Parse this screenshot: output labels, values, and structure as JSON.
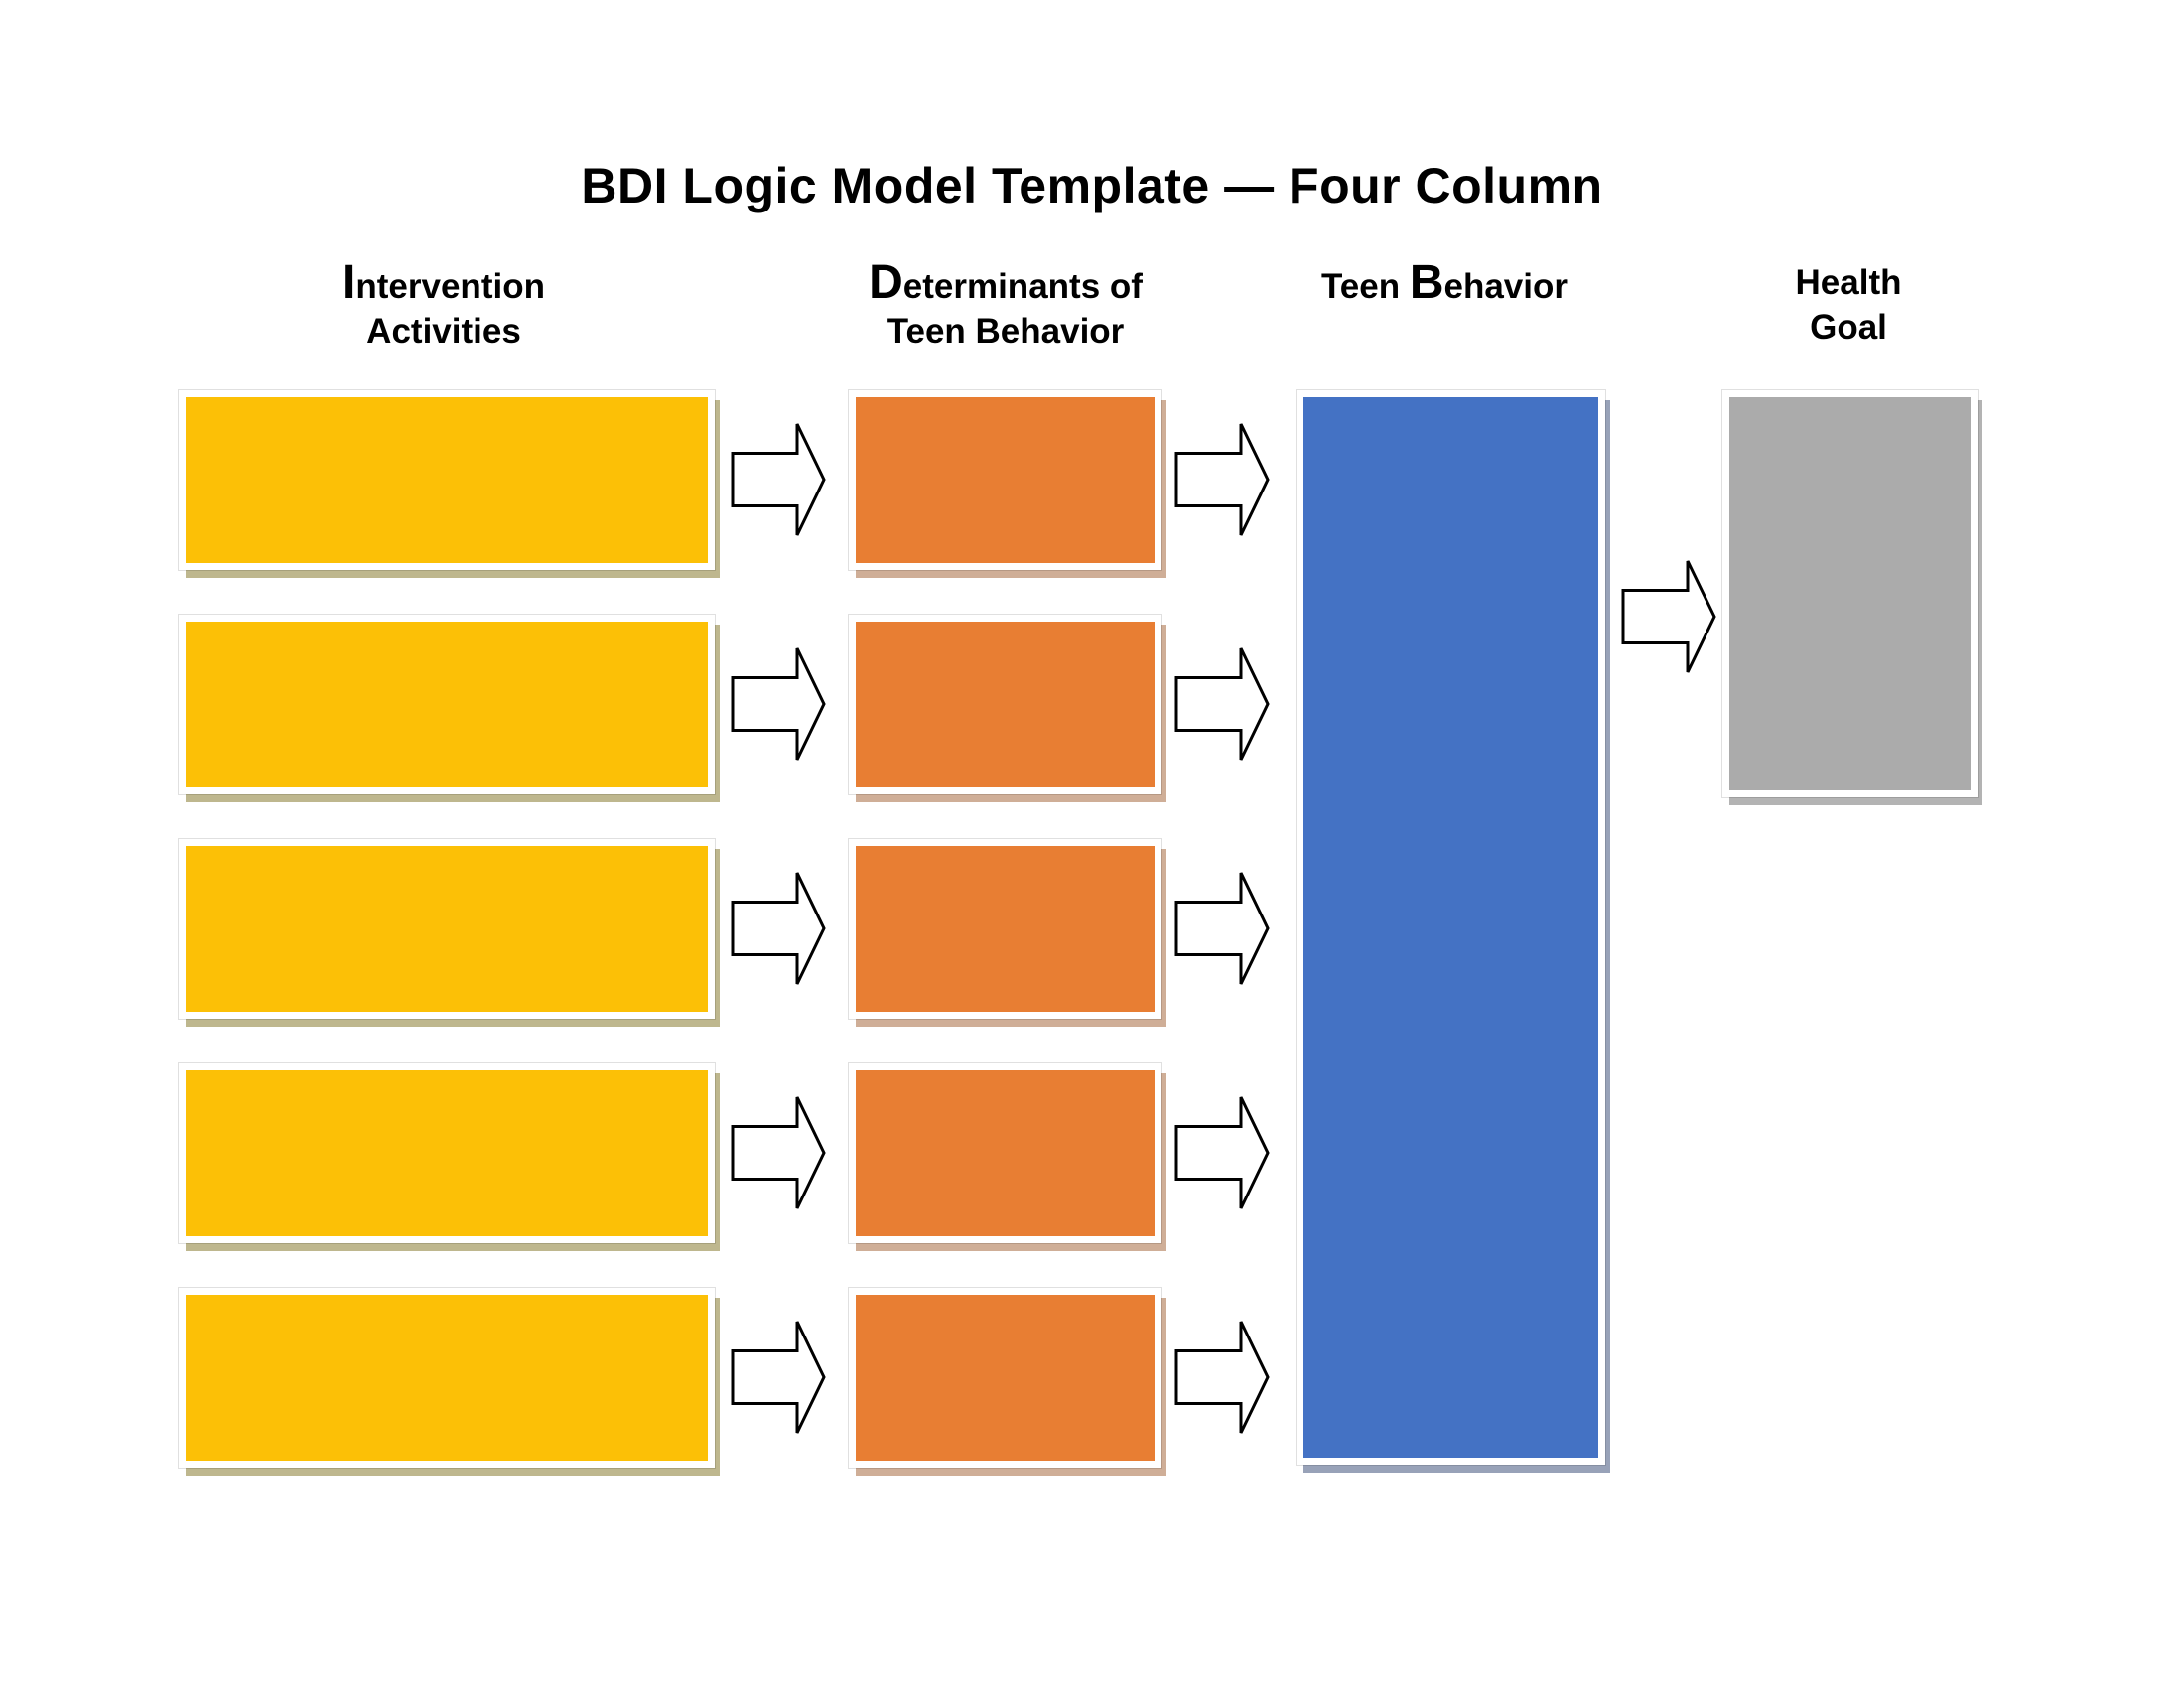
{
  "title": {
    "text": "BDI Logic Model Template — Four Column"
  },
  "columns": [
    {
      "name": "intervention-activities",
      "heading_lines": [
        [
          {
            "text": "I",
            "large": true
          },
          {
            "text": "ntervention",
            "large": false
          }
        ],
        [
          {
            "text": "Activities",
            "large": false
          }
        ]
      ],
      "box_color": "#FCC006",
      "box_count": 5,
      "box_text": ""
    },
    {
      "name": "determinants-of-teen-behavior",
      "heading_lines": [
        [
          {
            "text": "D",
            "large": true
          },
          {
            "text": "eterminants of",
            "large": false
          }
        ],
        [
          {
            "text": "Teen Behavior",
            "large": false
          }
        ]
      ],
      "box_color": "#E87E33",
      "box_count": 5,
      "box_text": ""
    },
    {
      "name": "teen-behavior",
      "heading_lines": [
        [
          {
            "text": "Teen ",
            "large": false
          },
          {
            "text": "B",
            "large": true
          },
          {
            "text": "ehavior",
            "large": false
          }
        ]
      ],
      "box_color": "#4472C4",
      "box_count": 1,
      "box_text": ""
    },
    {
      "name": "health-goal",
      "heading_lines": [
        [
          {
            "text": "Health",
            "large": false
          }
        ],
        [
          {
            "text": "Goal",
            "large": false
          }
        ]
      ],
      "box_color": "#ABABAB",
      "box_count": 1,
      "box_text": ""
    }
  ],
  "arrows": {
    "fill_color": "#FFFFFF",
    "outline_color": "#000000",
    "counts_between_columns": [
      5,
      5,
      1
    ]
  },
  "text_color": "#000000",
  "background_color": "#FFFFFF"
}
